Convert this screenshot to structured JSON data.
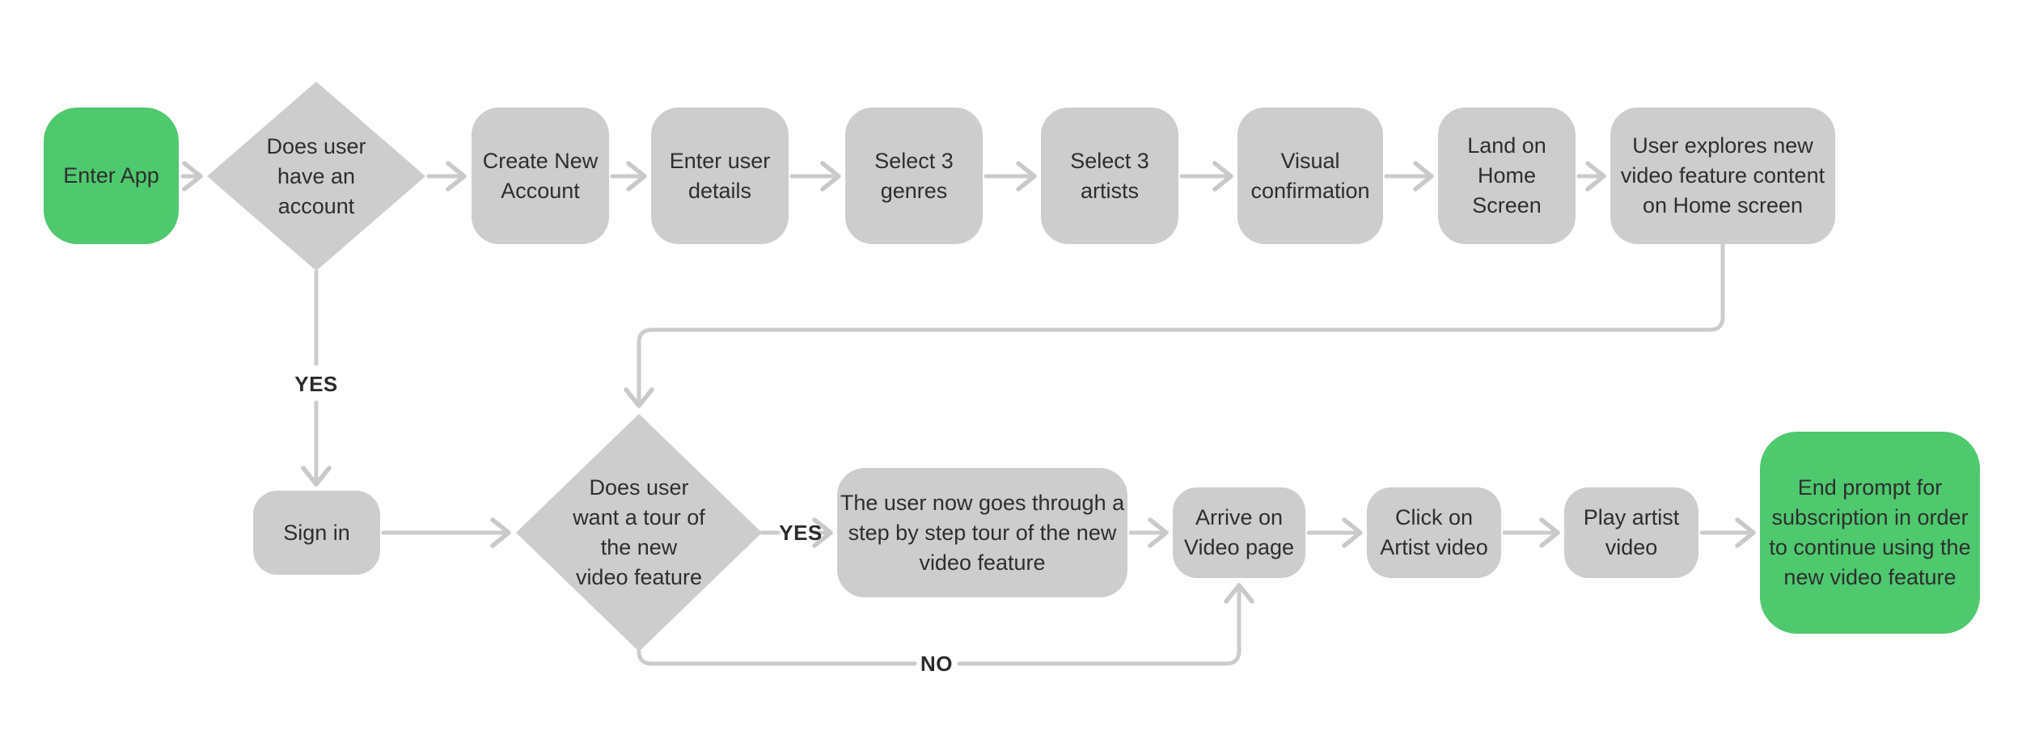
{
  "diagram": {
    "background": "#FFFFFF",
    "colors": {
      "node_fill": "#CDCDCD",
      "start_end_fill": "#4EC96E",
      "connector": "#CBCBCB",
      "node_text": "#2E2E2E",
      "edge_label_text": "#2B2B2B"
    },
    "nodes": {
      "enter_app": {
        "label": "Enter App",
        "type": "start"
      },
      "has_account_decision": {
        "label": "Does user\nhave an\naccount",
        "type": "decision"
      },
      "create_account": {
        "label": "Create New\nAccount",
        "type": "process"
      },
      "enter_details": {
        "label": "Enter user\ndetails",
        "type": "process"
      },
      "select_genres": {
        "label": "Select 3\ngenres",
        "type": "process"
      },
      "select_artists": {
        "label": "Select 3\nartists",
        "type": "process"
      },
      "visual_confirmation": {
        "label": "Visual\nconfirmation",
        "type": "process"
      },
      "land_home": {
        "label": "Land on\nHome\nScreen",
        "type": "process"
      },
      "explore_home": {
        "label": "User explores new\nvideo feature content\non Home screen",
        "type": "process"
      },
      "sign_in": {
        "label": "Sign in",
        "type": "process"
      },
      "tour_decision": {
        "label": "Does user\nwant a tour of\nthe new\nvideo feature",
        "type": "decision"
      },
      "tour_steps": {
        "label": "The user now goes through a\nstep by step tour of the new\nvideo feature",
        "type": "process"
      },
      "arrive_video": {
        "label": "Arrive on\nVideo page",
        "type": "process"
      },
      "click_artist": {
        "label": "Click on\nArtist video",
        "type": "process"
      },
      "play_artist": {
        "label": "Play artist\nvideo",
        "type": "process"
      },
      "end_prompt": {
        "label": "End prompt for\nsubscription in order\nto continue using the\nnew video feature",
        "type": "end"
      }
    },
    "edge_labels": {
      "yes_sign_in": "YES",
      "yes_tour": "YES",
      "no_tour": "NO"
    }
  }
}
